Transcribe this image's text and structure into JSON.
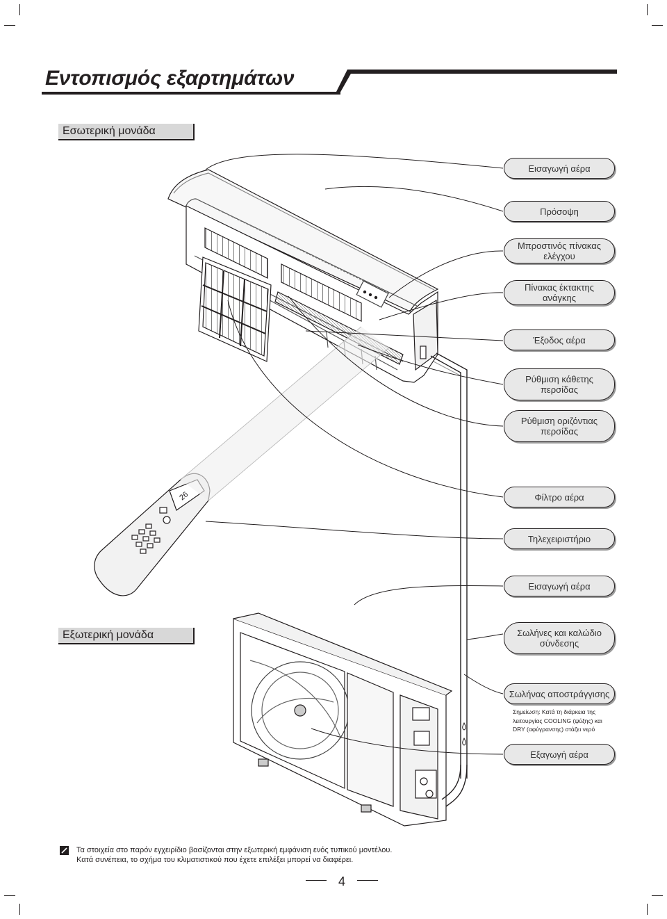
{
  "page": {
    "title": "Εντοπισμός εξαρτημάτων",
    "page_number": "4"
  },
  "sections": {
    "indoor": "Εσωτερική μονάδα",
    "outdoor": "Εξωτερική μονάδα"
  },
  "callouts": [
    {
      "line1": "Εισαγωγή αέρα",
      "line2": ""
    },
    {
      "line1": "Πρόσοψη",
      "line2": ""
    },
    {
      "line1": "Μπροστινός πίνακας",
      "line2": "ελέγχου"
    },
    {
      "line1": "Πίνακας έκτακτης",
      "line2": "ανάγκης"
    },
    {
      "line1": "Έξοδος αέρα",
      "line2": ""
    },
    {
      "line1": "Ρύθμιση κάθετης",
      "line2": "περσίδας"
    },
    {
      "line1": "Ρύθμιση οριζόντιας",
      "line2": "περσίδας"
    },
    {
      "line1": "Φίλτρο αέρα",
      "line2": ""
    },
    {
      "line1": "Τηλεχειριστήριο",
      "line2": ""
    },
    {
      "line1": "Εισαγωγή αέρα",
      "line2": ""
    },
    {
      "line1": "Σωλήνες και καλώδιο",
      "line2": "σύνδεσης"
    },
    {
      "line1": "Σωλήνας αποστράγγισης",
      "line2": ""
    },
    {
      "line1": "Εξαγωγή αέρα",
      "line2": ""
    }
  ],
  "drain_note": {
    "line1": "Σημείωση: Κατά τη διάρκεια της",
    "line2": "λειτουργίας COOLING (ψύξης) και",
    "line3": "DRY (αφύγρανσης) στάζει νερό"
  },
  "remote_display": "26",
  "footer": {
    "line1": "Τα στοιχεία στο παρόν εγχειρίδιο βασίζονται στην εξωτερική εμφάνιση ενός τυπικού μοντέλου.",
    "line2": "Κατά συνέπεια, το σχήμα του κλιματιστικού που έχετε επιλέξει μπορεί να διαφέρει."
  }
}
